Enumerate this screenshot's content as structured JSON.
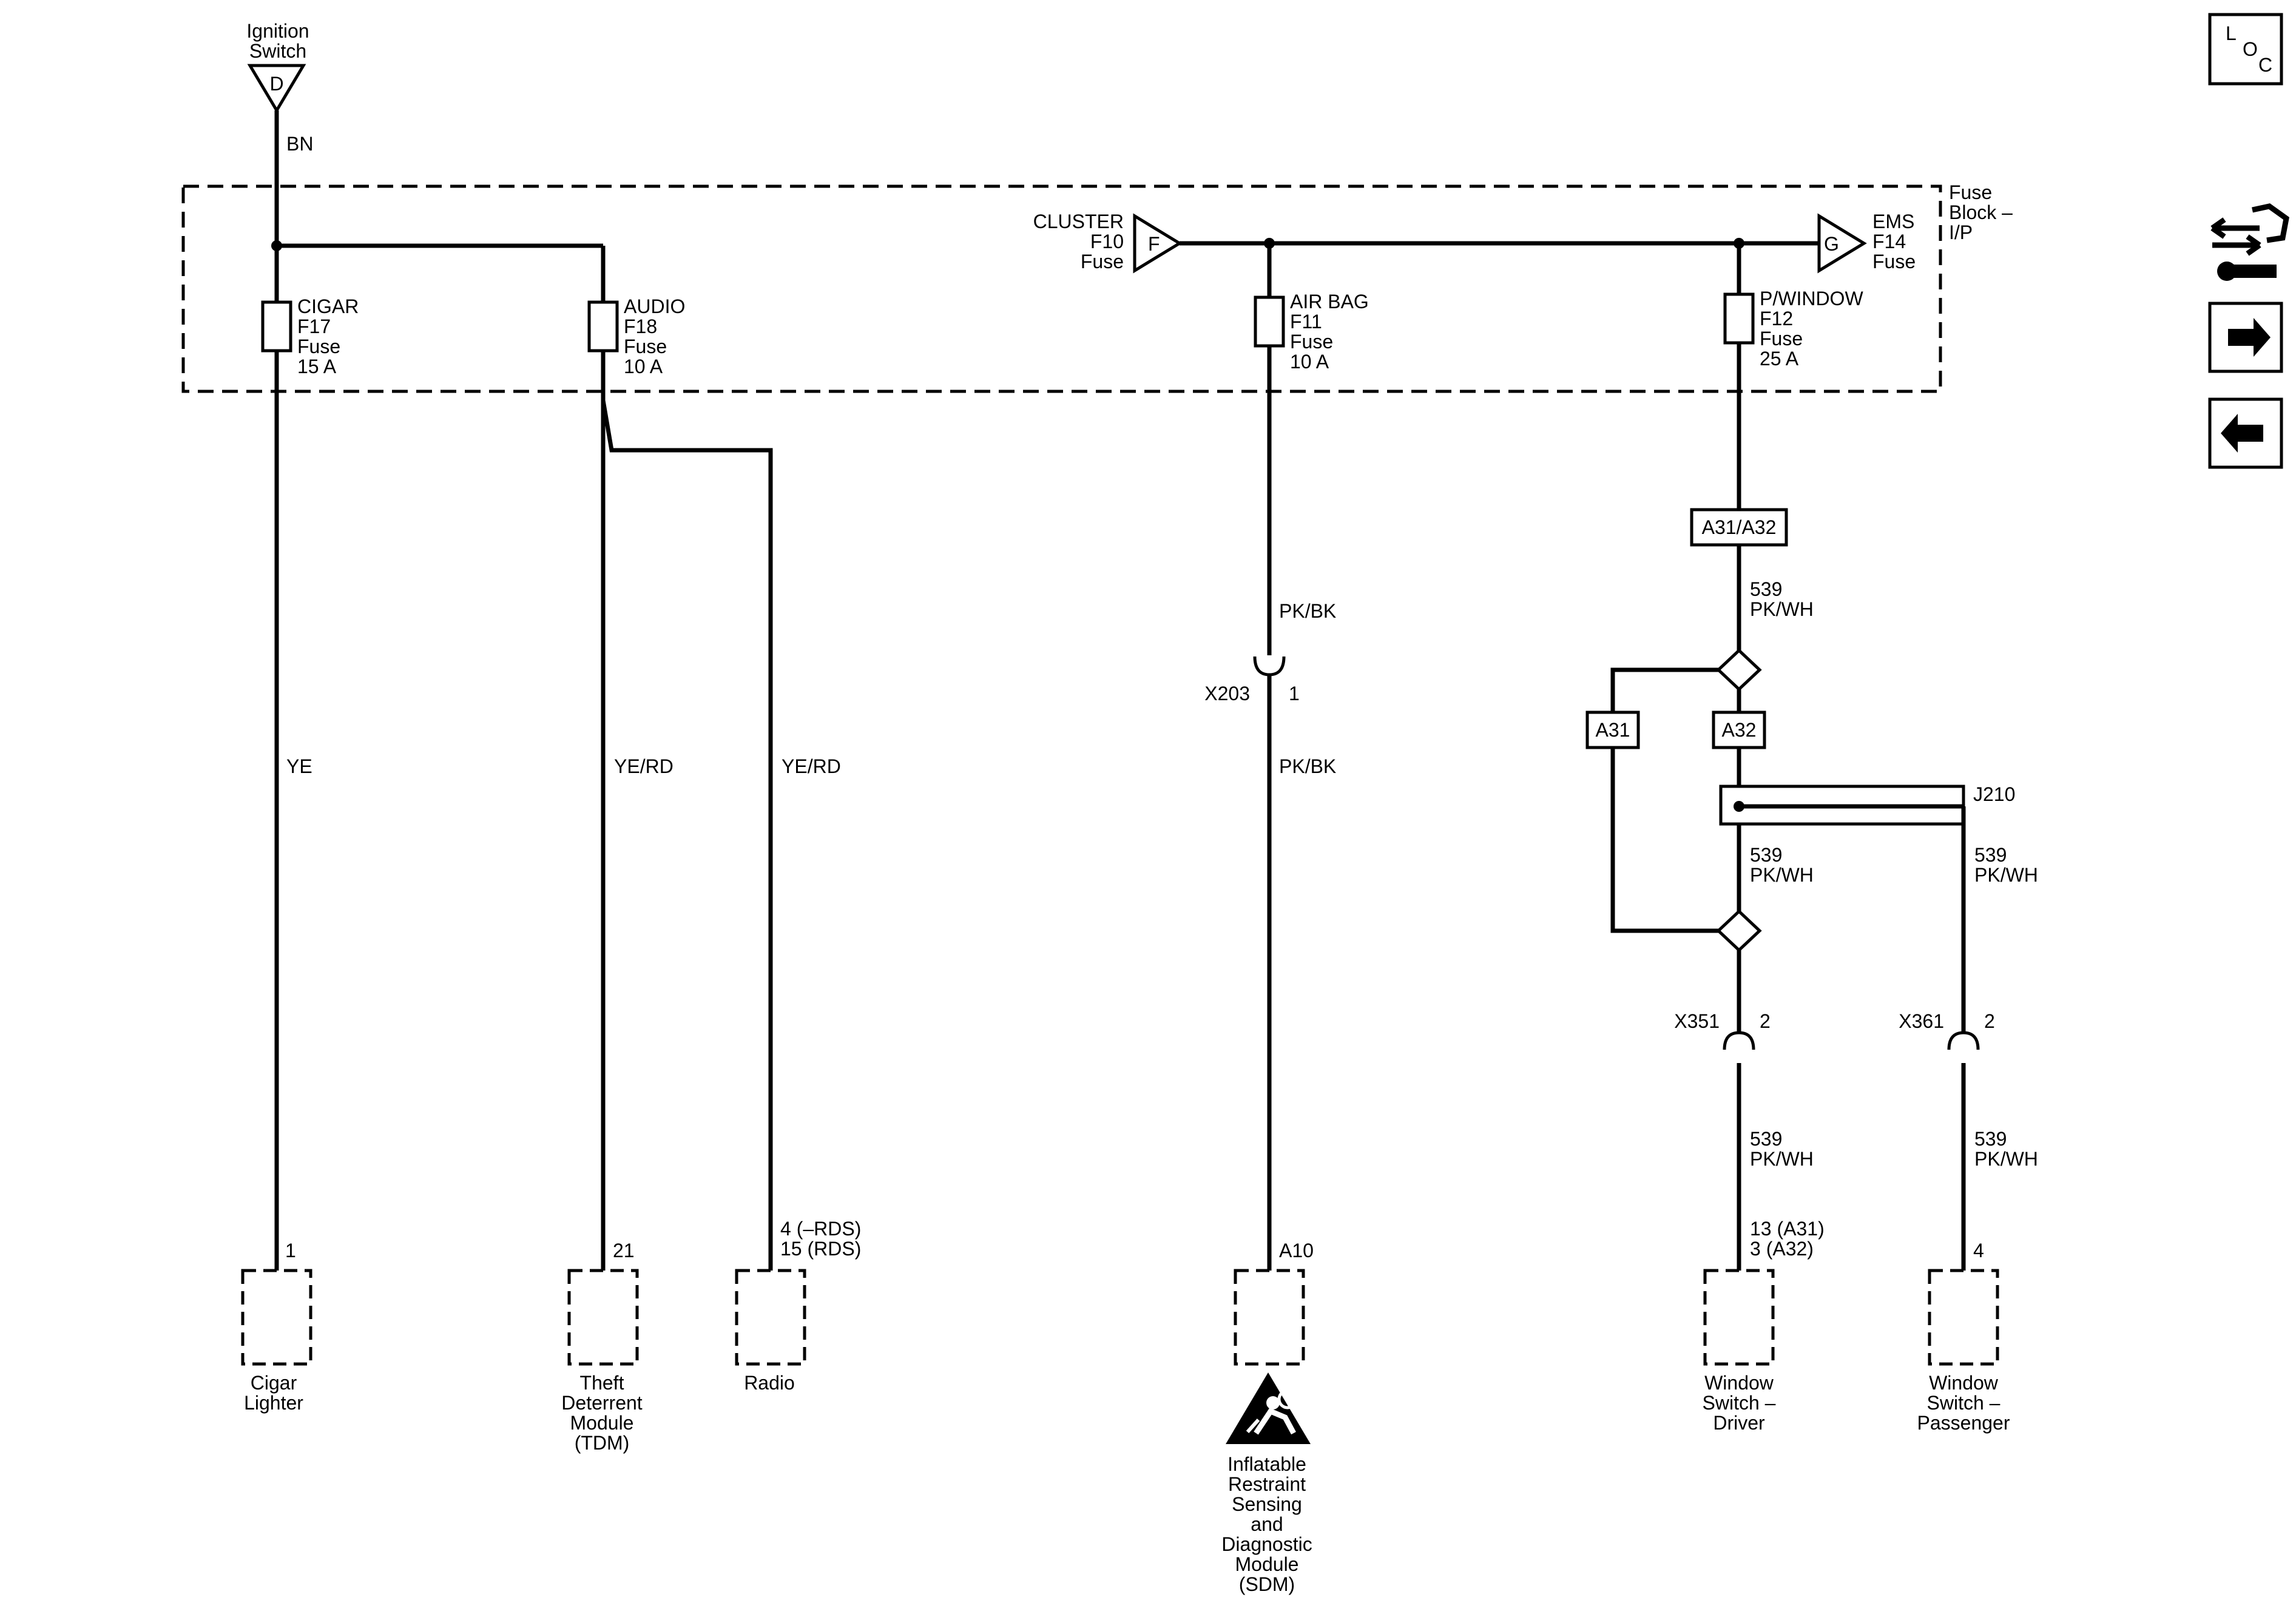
{
  "sources": {
    "ignition": {
      "line1": "Ignition",
      "line2": "Switch",
      "letter": "D",
      "wire": "BN"
    },
    "cluster": {
      "line1": "CLUSTER",
      "line2": "F10",
      "line3": "Fuse",
      "letter": "F"
    },
    "ems": {
      "line1": "EMS",
      "line2": "F14",
      "line3": "Fuse",
      "letter": "G"
    }
  },
  "fuse_block": {
    "line1": "Fuse",
    "line2": "Block –",
    "line3": "I/P"
  },
  "fuses": [
    {
      "name": "CIGAR",
      "id": "F17",
      "type": "Fuse",
      "rating": "15 A"
    },
    {
      "name": "AUDIO",
      "id": "F18",
      "type": "Fuse",
      "rating": "10 A"
    },
    {
      "name": "AIR BAG",
      "id": "F11",
      "type": "Fuse",
      "rating": "10 A"
    },
    {
      "name": "P/WINDOW",
      "id": "F12",
      "type": "Fuse",
      "rating": "25 A"
    }
  ],
  "wires": {
    "cigar": "YE",
    "tdm": "YE/RD",
    "radio": "YE/RD",
    "airbag_upper": "PK/BK",
    "airbag_lower": "PK/BK",
    "pw_upper_circuit": "539",
    "pw_upper_color": "PK/WH",
    "pw_mid_circuit": "539",
    "pw_mid_color": "PK/WH",
    "pass_mid_circuit": "539",
    "pass_mid_color": "PK/WH",
    "driver_lower_circuit": "539",
    "driver_lower_color": "PK/WH",
    "pass_lower_circuit": "539",
    "pass_lower_color": "PK/WH"
  },
  "option_labels": {
    "both": "A31/A32",
    "a31": "A31",
    "a32": "A32"
  },
  "splice": "J210",
  "connectors": [
    {
      "id": "X203",
      "pin": "1"
    },
    {
      "id": "X351",
      "pin": "2"
    },
    {
      "id": "X361",
      "pin": "2"
    }
  ],
  "components": [
    {
      "pin": "1",
      "lines": [
        "Cigar",
        "Lighter"
      ]
    },
    {
      "pin": "21",
      "lines": [
        "Theft",
        "Deterrent",
        "Module",
        "(TDM)"
      ]
    },
    {
      "pin_line1": "4 (–RDS)",
      "pin_line2": "15 (RDS)",
      "lines": [
        "Radio"
      ]
    },
    {
      "pin": "A10",
      "lines": [
        "Inflatable",
        "Restraint",
        "Sensing",
        "and",
        "Diagnostic",
        "Module",
        "(SDM)"
      ]
    },
    {
      "pin_line1": "13 (A31)",
      "pin_line2": "3 (A32)",
      "lines": [
        "Window",
        "Switch –",
        "Driver"
      ]
    },
    {
      "pin": "4",
      "lines": [
        "Window",
        "Switch –",
        "Passenger"
      ]
    }
  ],
  "loc_button": {
    "l": "L",
    "o": "O",
    "c": "C"
  },
  "icons": [
    "connector-tool-icon",
    "arrow-right-icon",
    "arrow-left-icon",
    "airbag-warning-icon"
  ]
}
